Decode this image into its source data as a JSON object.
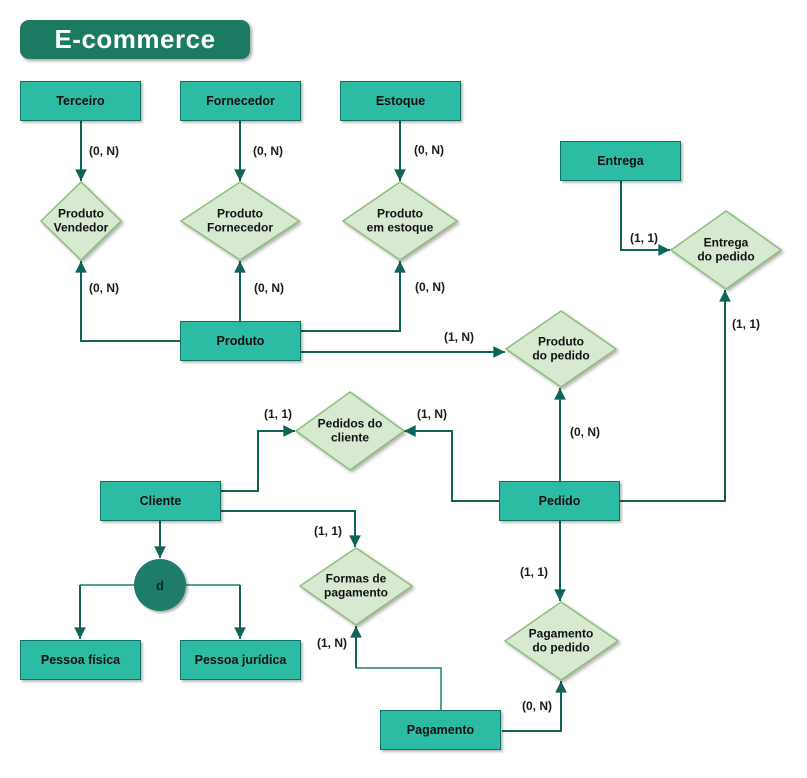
{
  "title": "E-commerce",
  "entities": [
    {
      "id": "terceiro",
      "label": "Terceiro"
    },
    {
      "id": "fornecedor",
      "label": "Fornecedor"
    },
    {
      "id": "estoque",
      "label": "Estoque"
    },
    {
      "id": "entrega",
      "label": "Entrega"
    },
    {
      "id": "produto",
      "label": "Produto"
    },
    {
      "id": "cliente",
      "label": "Cliente"
    },
    {
      "id": "pedido",
      "label": "Pedido"
    },
    {
      "id": "pessoa-fisica",
      "label": "Pessoa física"
    },
    {
      "id": "pessoa-juridica",
      "label": "Pessoa jurídica"
    },
    {
      "id": "pagamento",
      "label": "Pagamento"
    }
  ],
  "relationships": [
    {
      "id": "produto-vendedor",
      "label": "Produto\nVendedor"
    },
    {
      "id": "produto-fornecedor",
      "label": "Produto\nFornecedor"
    },
    {
      "id": "produto-em-estoque",
      "label": "Produto\nem estoque"
    },
    {
      "id": "entrega-do-pedido",
      "label": "Entrega\ndo pedido"
    },
    {
      "id": "produto-do-pedido",
      "label": "Produto\ndo pedido"
    },
    {
      "id": "pedidos-do-cliente",
      "label": "Pedidos do\ncliente"
    },
    {
      "id": "formas-de-pagamento",
      "label": "Formas de\npagamento"
    },
    {
      "id": "pagamento-do-pedido",
      "label": "Pagamento\ndo pedido"
    }
  ],
  "specialization": {
    "label": "d"
  },
  "cardinalities": [
    {
      "text": "(0, N)"
    },
    {
      "text": "(0, N)"
    },
    {
      "text": "(0, N)"
    },
    {
      "text": "(0, N)"
    },
    {
      "text": "(0, N)"
    },
    {
      "text": "(0, N)"
    },
    {
      "text": "(1, 1)"
    },
    {
      "text": "(1, 1)"
    },
    {
      "text": "(1, N)"
    },
    {
      "text": "(1, 1)"
    },
    {
      "text": "(1, N)"
    },
    {
      "text": "(0, N)"
    },
    {
      "text": "(1, 1)"
    },
    {
      "text": "(1, 1)"
    },
    {
      "text": "(1, N)"
    },
    {
      "text": "(0, N)"
    }
  ],
  "colors": {
    "entity_fill": "#2CBCA4",
    "entity_border": "#0D7265",
    "rel_fill": "#D8E9D2",
    "rel_border": "#8FBC7D",
    "connector": "#0E6456",
    "connector_light": "#55A18A",
    "badge_fill": "#1A7A62",
    "badge_text": "#FFFFFF"
  }
}
